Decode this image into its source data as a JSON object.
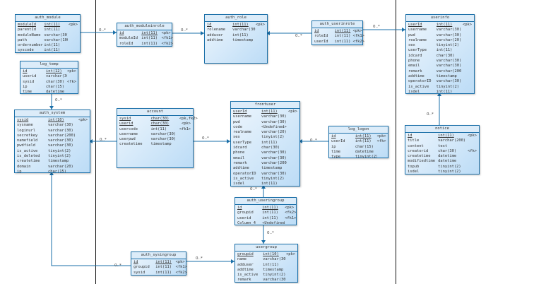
{
  "tables": [
    {
      "id": "auth_module",
      "title": "auth_module",
      "cols": [
        [
          "moduleId",
          "int(11)",
          "<pk>",
          1
        ],
        [
          "parentId",
          "int(11)",
          "",
          0
        ],
        [
          "moduleName",
          "varchar(30)",
          "",
          0
        ],
        [
          "path",
          "varchar(100)",
          "",
          0
        ],
        [
          "ordernumber",
          "int(11)",
          "",
          0
        ],
        [
          "syscode",
          "int(11)",
          "",
          0
        ]
      ]
    },
    {
      "id": "log_temp",
      "title": "log_temp",
      "cols": [
        [
          "id",
          "int(12)",
          "<pk>",
          1
        ],
        [
          "userid",
          "varchar(30)",
          "",
          0
        ],
        [
          "sysid",
          "char(30)",
          "<fk>",
          0
        ],
        [
          "ip",
          "char(15)",
          "",
          0
        ],
        [
          "time",
          "datetime",
          "",
          0
        ]
      ]
    },
    {
      "id": "auth_system",
      "title": "auth_system",
      "cols": [
        [
          "sysid",
          "int(10)",
          "<pk>",
          1
        ],
        [
          "sysname",
          "varchar(30)",
          "",
          0
        ],
        [
          "loginurl",
          "varchar(30)",
          "",
          0
        ],
        [
          "secretkey",
          "varchar(200)",
          "",
          0
        ],
        [
          "namefield",
          "varchar(30)",
          "",
          0
        ],
        [
          "pwdfield",
          "varchar(30)",
          "",
          0
        ],
        [
          "is_active",
          "tinyint(2)",
          "",
          0
        ],
        [
          "is_deleted",
          "tinyint(2)",
          "",
          0
        ],
        [
          "createtime",
          "timestamp",
          "",
          0
        ],
        [
          "domain",
          "varchar(20)",
          "",
          0
        ],
        [
          "ip",
          "char(15)",
          "",
          0
        ]
      ]
    },
    {
      "id": "auth_moduleinrole",
      "title": "auth_moduleinrole",
      "cols": [
        [
          "id",
          "int(11)",
          "<pk>",
          1
        ],
        [
          "moduleId",
          "int(11)",
          "<fk1>",
          0
        ],
        [
          "roleId",
          "int(11)",
          "<fk2>",
          0
        ]
      ]
    },
    {
      "id": "auth_role",
      "title": "auth_role",
      "cols": [
        [
          "id",
          "int(11)",
          "<pk>",
          1
        ],
        [
          "rolename",
          "varchar(30)",
          "",
          0
        ],
        [
          "adduser",
          "int(11)",
          "",
          0
        ],
        [
          "addtime",
          "timestamp",
          "",
          0
        ]
      ]
    },
    {
      "id": "auth_userinrole",
      "title": "auth_userinrole",
      "cols": [
        [
          "id",
          "int(11)",
          "<pk>",
          1
        ],
        [
          "roleId",
          "int(11)",
          "<fk1>",
          0
        ],
        [
          "userId",
          "int(11)",
          "<fk2>",
          0
        ]
      ]
    },
    {
      "id": "userinfo",
      "title": "userinfo",
      "cols": [
        [
          "userId",
          "int(11)",
          "<pk>",
          1
        ],
        [
          "username",
          "varchar(30)",
          "",
          0
        ],
        [
          "pwd",
          "varchar(30)",
          "",
          0
        ],
        [
          "realname",
          "varchar(20)",
          "",
          0
        ],
        [
          "sex",
          "tinyint(2)",
          "",
          0
        ],
        [
          "userType",
          "int(11)",
          "",
          0
        ],
        [
          "idcard",
          "char(30)",
          "",
          0
        ],
        [
          "phone",
          "varchar(30)",
          "",
          0
        ],
        [
          "email",
          "varchar(30)",
          "",
          0
        ],
        [
          "remark",
          "varchar(200)",
          "",
          0
        ],
        [
          "addtime",
          "timestamp",
          "",
          0
        ],
        [
          "operatorID",
          "varchar(30)",
          "",
          0
        ],
        [
          "is_active",
          "tinyint(2)",
          "",
          0
        ],
        [
          "isdel",
          "int(11)",
          "",
          0
        ]
      ]
    },
    {
      "id": "account",
      "title": "account",
      "cols": [
        [
          "sysid",
          "char(30)",
          "<pk,fk2>",
          1
        ],
        [
          "userid",
          "char(30)",
          "<pk>",
          1
        ],
        [
          "usercode",
          "int(11)",
          "<fk1>",
          0
        ],
        [
          "username",
          "varchar(30)",
          "",
          0
        ],
        [
          "userpwd",
          "varchar(30)",
          "",
          0
        ],
        [
          "createtime",
          "timestamp",
          "",
          0
        ]
      ]
    },
    {
      "id": "frontuser",
      "title": "frontuser",
      "cols": [
        [
          "userId",
          "int(11)",
          "<pk>",
          1
        ],
        [
          "username",
          "varchar(30)",
          "",
          0
        ],
        [
          "pwd",
          "varchar(30)",
          "",
          0
        ],
        [
          "code",
          "<Undefined>",
          "",
          0
        ],
        [
          "realname",
          "varchar(20)",
          "",
          0
        ],
        [
          "sex",
          "tinyint(2)",
          "",
          0
        ],
        [
          "userType",
          "int(11)",
          "",
          0
        ],
        [
          "idcard",
          "char(30)",
          "",
          0
        ],
        [
          "phone",
          "varchar(30)",
          "",
          0
        ],
        [
          "email",
          "varchar(30)",
          "",
          0
        ],
        [
          "remark",
          "varchar(200)",
          "",
          0
        ],
        [
          "addtime",
          "timestamp",
          "",
          0
        ],
        [
          "operatorID",
          "varchar(30)",
          "",
          0
        ],
        [
          "is_active",
          "tinyint(2)",
          "",
          0
        ],
        [
          "isdel",
          "int(11)",
          "",
          0
        ]
      ]
    },
    {
      "id": "log_logon",
      "title": "log_logon",
      "cols": [
        [
          "id",
          "int(11)",
          "<pk>",
          1
        ],
        [
          "userId",
          "int(11)",
          "<fk>",
          0
        ],
        [
          "ip",
          "char(15)",
          "",
          0
        ],
        [
          "time",
          "datetime",
          "",
          0
        ],
        [
          "type",
          "tinyint(2)",
          "",
          0
        ]
      ]
    },
    {
      "id": "notice",
      "title": "notice",
      "cols": [
        [
          "id",
          "int(11)",
          "<pk>",
          1
        ],
        [
          "title",
          "varchar(200)",
          "",
          0
        ],
        [
          "content",
          "text",
          "",
          0
        ],
        [
          "creatorid",
          "char(30)",
          "<fk>",
          0
        ],
        [
          "createtime",
          "datetime",
          "",
          0
        ],
        [
          "modifiedtime",
          "datetime",
          "",
          0
        ],
        [
          "topub",
          "tinyint(2)",
          "",
          0
        ],
        [
          "isdel",
          "tinyint(2)",
          "",
          0
        ]
      ]
    },
    {
      "id": "auth_useringroup",
      "title": "auth_useringroup",
      "cols": [
        [
          "id",
          "int(11)",
          "<pk>",
          1
        ],
        [
          "groupid",
          "int(11)",
          "<fk2>",
          0
        ],
        [
          "userid",
          "int(11)",
          "<fk1>",
          0
        ],
        [
          "Column_4",
          "<Undefined>",
          "",
          0
        ]
      ]
    },
    {
      "id": "usergroup",
      "title": "usergroup",
      "cols": [
        [
          "groupid",
          "int(10)",
          "<pk>",
          1
        ],
        [
          "name",
          "varchar(30)",
          "",
          0
        ],
        [
          "adduser",
          "int(11)",
          "",
          0
        ],
        [
          "addtime",
          "timestamp",
          "",
          0
        ],
        [
          "is_active",
          "tinyint(2)",
          "",
          0
        ],
        [
          "remark",
          "varchar(30)",
          "",
          0
        ]
      ]
    },
    {
      "id": "auth_sysingroup",
      "title": "auth_sysingroup",
      "cols": [
        [
          "id",
          "int(11)",
          "<pk>",
          1
        ],
        [
          "groupid",
          "int(11)",
          "<fk1>",
          0
        ],
        [
          "sysid",
          "int(11)",
          "<fk2>",
          0
        ]
      ]
    }
  ],
  "multiplicity": "0..*",
  "colors": {
    "border": "#1a6fa8",
    "link": "#1a6fa8"
  }
}
